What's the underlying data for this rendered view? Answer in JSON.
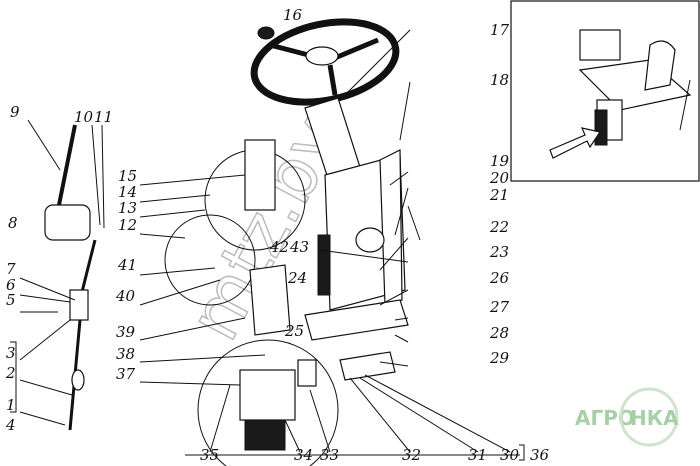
{
  "diagram": {
    "callouts": [
      "1",
      "2",
      "3",
      "4",
      "5",
      "6",
      "7",
      "8",
      "9",
      "10",
      "11",
      "12",
      "13",
      "14",
      "15",
      "16",
      "17",
      "18",
      "19",
      "20",
      "21",
      "22",
      "23",
      "24",
      "25",
      "26",
      "27",
      "28",
      "29",
      "30",
      "31",
      "32",
      "33",
      "34",
      "35",
      "36",
      "37",
      "38",
      "39",
      "40",
      "41",
      "42",
      "43"
    ],
    "watermark": "mtz.by",
    "logo": {
      "left": "АГРО",
      "right": "НКА",
      "color": "#a9cfa9"
    }
  }
}
